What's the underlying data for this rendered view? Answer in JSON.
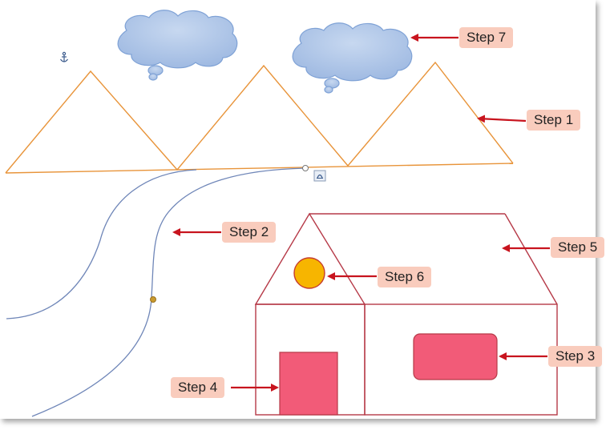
{
  "colors": {
    "triangle_stroke": "#e8943a",
    "road_stroke": "#6f86b8",
    "house_stroke": "#b63a48",
    "door_window_fill": "#f25b78",
    "sun_fill": "#f7b500",
    "sun_stroke": "#c53c2e",
    "arrow": "#c8141e",
    "label_bg": "#f9ccbd",
    "cloud_fill": "#a9c2e6",
    "cloud_stroke": "#7fa2d6"
  },
  "icons": {
    "anchor": "anchor-icon",
    "layout_options": "layout-options-icon"
  },
  "callouts": {
    "step1": "Step 1",
    "step2": "Step 2",
    "step3": "Step 3",
    "step4": "Step 4",
    "step5": "Step 5",
    "step6": "Step 6",
    "step7": "Step 7"
  }
}
